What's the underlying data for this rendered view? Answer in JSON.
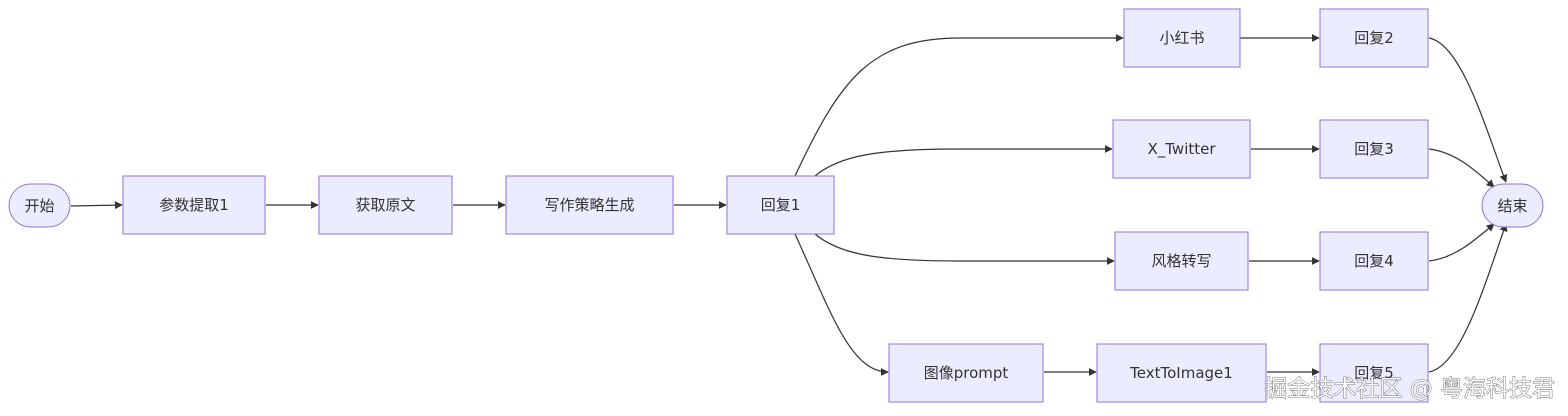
{
  "diagram": {
    "type": "flowchart",
    "direction": "left-to-right",
    "colors": {
      "node_fill": "#ECECFF",
      "node_stroke": "#9370DB",
      "edge": "#333333",
      "text": "#333333"
    },
    "nodes": {
      "start": "开始",
      "param_extract": "参数提取1",
      "get_source": "获取原文",
      "strategy": "写作策略生成",
      "reply1": "回复1",
      "xiaohongshu": "小红书",
      "reply2": "回复2",
      "x_twitter": "X_Twitter",
      "reply3": "回复3",
      "style_transfer": "风格转写",
      "reply4": "回复4",
      "image_prompt": "图像prompt",
      "text_to_image": "TextToImage1",
      "reply5": "回复5",
      "end": "结束"
    },
    "edges": [
      [
        "start",
        "param_extract"
      ],
      [
        "param_extract",
        "get_source"
      ],
      [
        "get_source",
        "strategy"
      ],
      [
        "strategy",
        "reply1"
      ],
      [
        "reply1",
        "xiaohongshu"
      ],
      [
        "reply1",
        "x_twitter"
      ],
      [
        "reply1",
        "style_transfer"
      ],
      [
        "reply1",
        "image_prompt"
      ],
      [
        "xiaohongshu",
        "reply2"
      ],
      [
        "x_twitter",
        "reply3"
      ],
      [
        "style_transfer",
        "reply4"
      ],
      [
        "image_prompt",
        "text_to_image"
      ],
      [
        "text_to_image",
        "reply5"
      ],
      [
        "reply2",
        "end"
      ],
      [
        "reply3",
        "end"
      ],
      [
        "reply4",
        "end"
      ],
      [
        "reply5",
        "end"
      ]
    ]
  },
  "watermark": "掘金技术社区 @ 粤海科技君"
}
